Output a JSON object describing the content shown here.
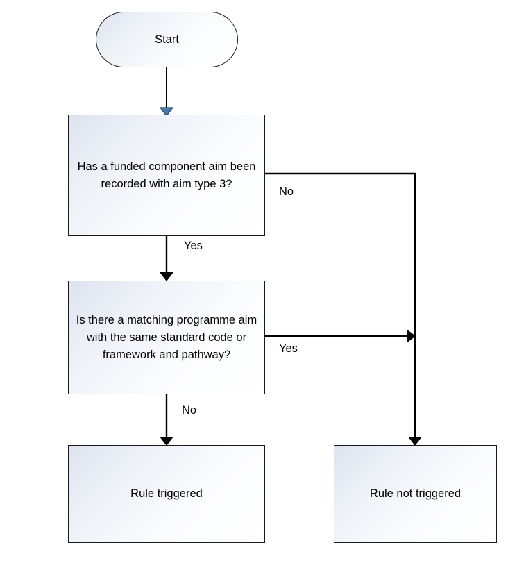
{
  "diagram": {
    "title": "Funded component aim rule decision flowchart",
    "type": "flowchart",
    "colors": {
      "node_fill_start": "#dde3ef",
      "node_fill_end": "#ffffff",
      "node_border": "#1a1a1a",
      "edge_line": "#000000",
      "first_arrowhead": "#4472a8",
      "background": "#ffffff"
    },
    "nodes": [
      {
        "id": "start",
        "shape": "rounded-rectangle",
        "label": "Start"
      },
      {
        "id": "decision-aim-type",
        "shape": "rectangle",
        "label": "Has a funded component aim been recorded with aim type 3?"
      },
      {
        "id": "decision-match",
        "shape": "rectangle",
        "label": "Is there a matching programme aim with the same standard code or framework and pathway?"
      },
      {
        "id": "rule-triggered",
        "shape": "rectangle",
        "label": "Rule triggered"
      },
      {
        "id": "rule-not-triggered",
        "shape": "rectangle",
        "label": "Rule not triggered"
      }
    ],
    "edges": [
      {
        "id": "start-to-decision1",
        "from": "start",
        "to": "decision-aim-type",
        "label": ""
      },
      {
        "id": "decision1-yes",
        "from": "decision-aim-type",
        "to": "decision-match",
        "label": "Yes"
      },
      {
        "id": "decision1-no",
        "from": "decision-aim-type",
        "to": "rule-not-triggered",
        "label": "No"
      },
      {
        "id": "decision2-yes",
        "from": "decision-match",
        "to": "rule-not-triggered",
        "label": "Yes"
      },
      {
        "id": "decision2-no",
        "from": "decision-match",
        "to": "rule-triggered",
        "label": "No"
      }
    ]
  }
}
